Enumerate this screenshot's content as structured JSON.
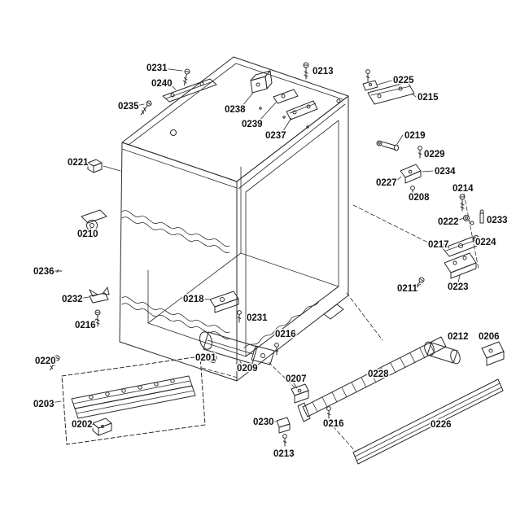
{
  "diagram": {
    "kind": "exploded parts diagram",
    "background_color": "#ffffff",
    "line_color": "#2a2a2a",
    "label_color": "#111111"
  },
  "labels": [
    {
      "text": "0231"
    },
    {
      "text": "0240"
    },
    {
      "text": "0235"
    },
    {
      "text": "0238"
    },
    {
      "text": "0239"
    },
    {
      "text": "0237"
    },
    {
      "text": "0213"
    },
    {
      "text": "0225"
    },
    {
      "text": "0215"
    },
    {
      "text": "0219"
    },
    {
      "text": "0229"
    },
    {
      "text": "0234"
    },
    {
      "text": "0227"
    },
    {
      "text": "0208"
    },
    {
      "text": "0214"
    },
    {
      "text": "0222"
    },
    {
      "text": "0233"
    },
    {
      "text": "0217"
    },
    {
      "text": "0224"
    },
    {
      "text": "0211"
    },
    {
      "text": "0223"
    },
    {
      "text": "0221"
    },
    {
      "text": "0210"
    },
    {
      "text": "0236"
    },
    {
      "text": "0232"
    },
    {
      "text": "0216"
    },
    {
      "text": "0220"
    },
    {
      "text": "0203"
    },
    {
      "text": "0202"
    },
    {
      "text": "0218"
    },
    {
      "text": "0231"
    },
    {
      "text": "0216"
    },
    {
      "text": "0201"
    },
    {
      "text": "0209"
    },
    {
      "text": "0207"
    },
    {
      "text": "0228"
    },
    {
      "text": "0212"
    },
    {
      "text": "0206"
    },
    {
      "text": "0230"
    },
    {
      "text": "0216"
    },
    {
      "text": "0213"
    },
    {
      "text": "0226"
    }
  ]
}
